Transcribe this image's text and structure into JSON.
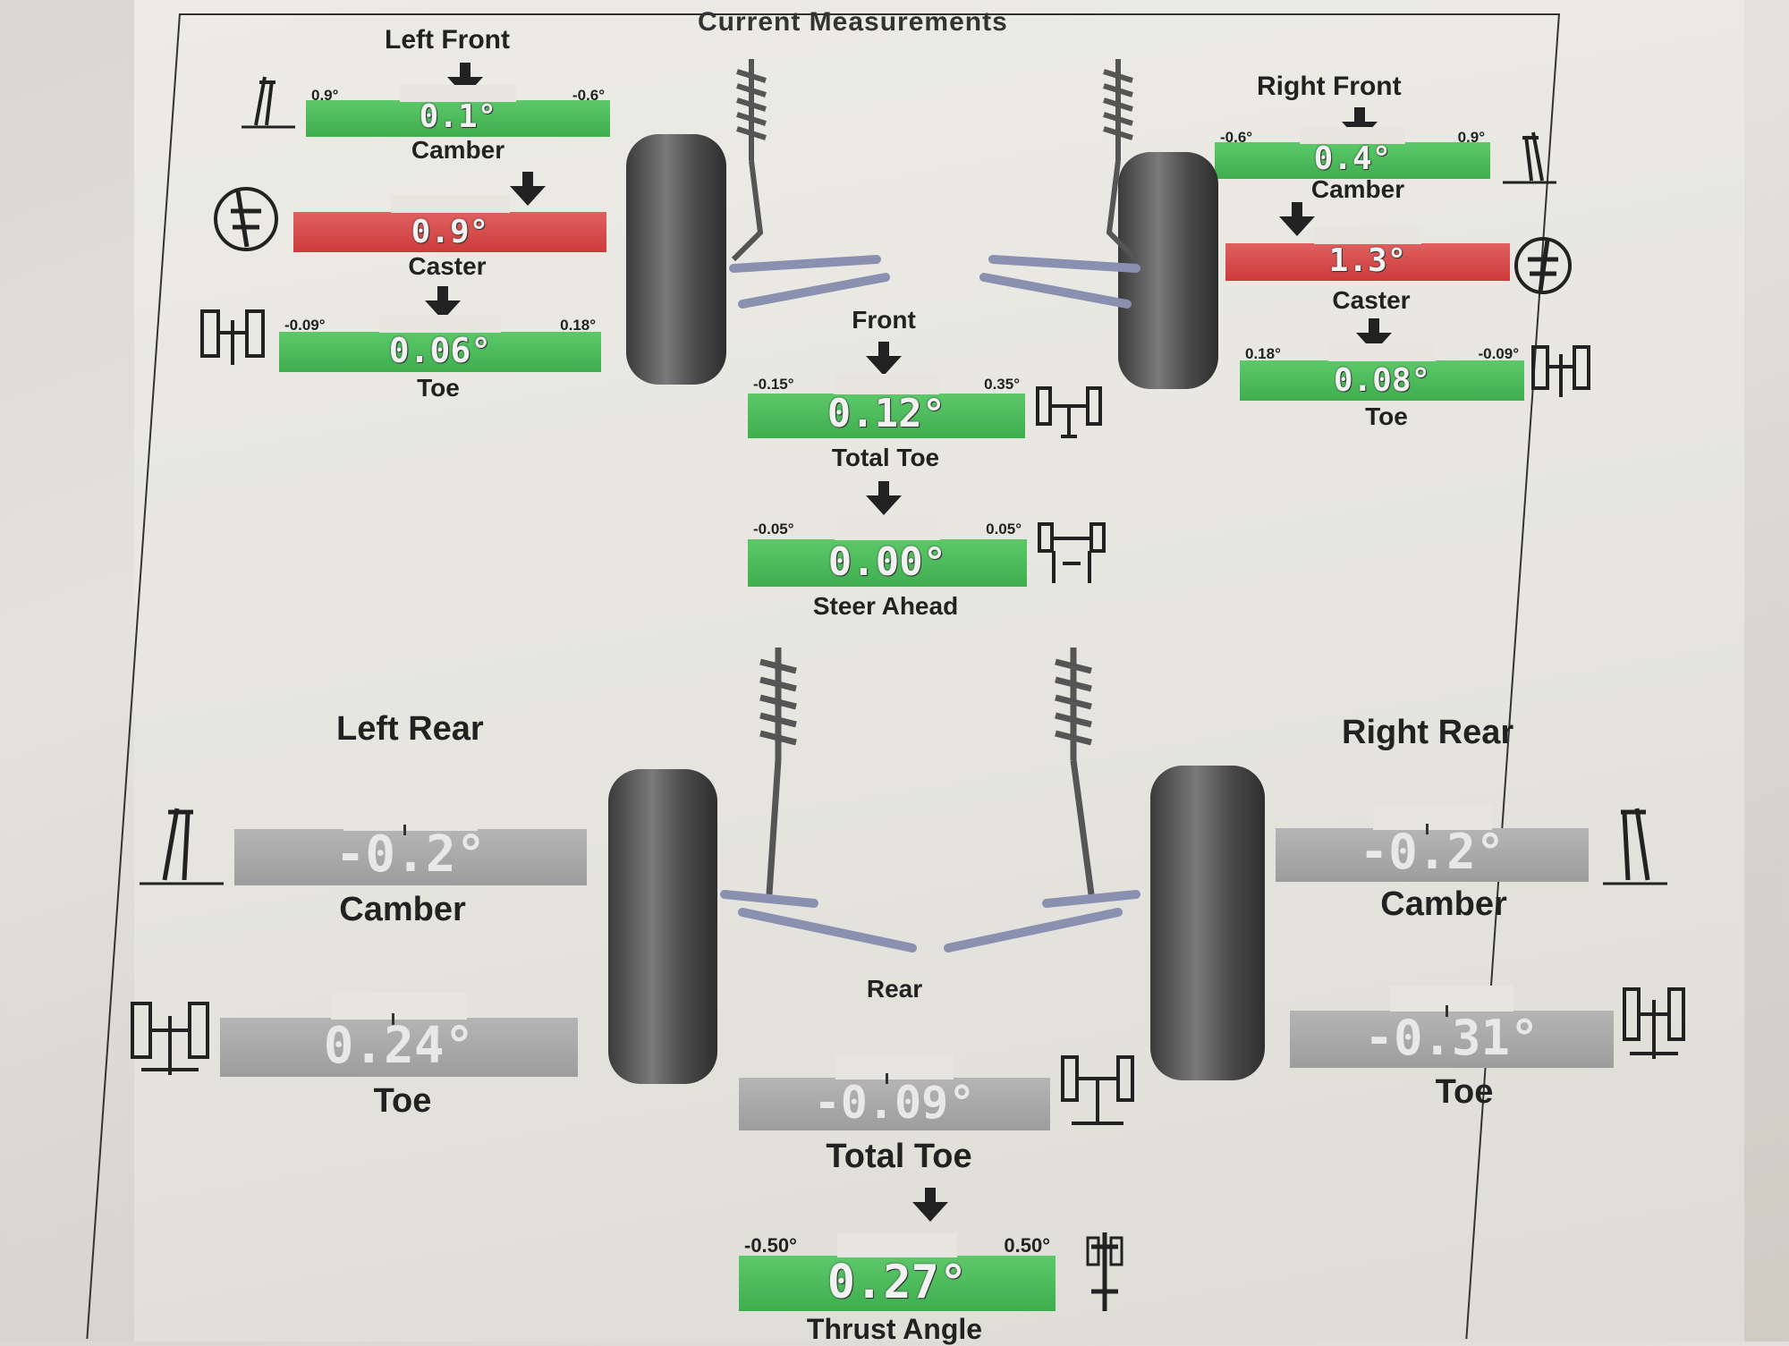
{
  "title": "Current Measurements",
  "front": {
    "left_front_title": "Left Front",
    "right_front_title": "Right Front",
    "front_label": "Front",
    "lf_camber": {
      "label": "Camber",
      "value": "0.1°",
      "min": "0.9°",
      "max": "-0.6°",
      "status": "green"
    },
    "lf_caster": {
      "label": "Caster",
      "value": "0.9°",
      "min": "",
      "max": "",
      "status": "red"
    },
    "lf_toe": {
      "label": "Toe",
      "value": "0.06°",
      "min": "-0.09°",
      "max": "0.18°",
      "status": "green"
    },
    "rf_camber": {
      "label": "Camber",
      "value": "0.4°",
      "min": "-0.6°",
      "max": "0.9°",
      "status": "green"
    },
    "rf_caster": {
      "label": "Caster",
      "value": "1.3°",
      "min": "",
      "max": "",
      "status": "red"
    },
    "rf_toe": {
      "label": "Toe",
      "value": "0.08°",
      "min": "0.18°",
      "max": "-0.09°",
      "status": "green"
    },
    "total_toe": {
      "label": "Total Toe",
      "value": "0.12°",
      "min": "-0.15°",
      "max": "0.35°",
      "status": "green"
    },
    "steer_ahead": {
      "label": "Steer Ahead",
      "value": "0.00°",
      "min": "-0.05°",
      "max": "0.05°",
      "status": "green"
    }
  },
  "rear": {
    "left_rear_title": "Left Rear",
    "right_rear_title": "Right Rear",
    "rear_label": "Rear",
    "lr_camber": {
      "label": "Camber",
      "value": "-0.2°",
      "status": "gray"
    },
    "lr_toe": {
      "label": "Toe",
      "value": "0.24°",
      "status": "gray"
    },
    "rr_camber": {
      "label": "Camber",
      "value": "-0.2°",
      "status": "gray"
    },
    "rr_toe": {
      "label": "Toe",
      "value": "-0.31°",
      "status": "gray"
    },
    "total_toe": {
      "label": "Total Toe",
      "value": "-0.09°",
      "status": "gray"
    },
    "thrust_angle": {
      "label": "Thrust Angle",
      "value": "0.27°",
      "min": "-0.50°",
      "max": "0.50°",
      "status": "green"
    }
  },
  "icons": [
    "camber-icon",
    "caster-icon",
    "toe-icon",
    "total-toe-icon",
    "steer-ahead-icon",
    "thrust-angle-icon",
    "wheel-icon",
    "strut-icon"
  ],
  "colors": {
    "in_spec": "#46b556",
    "out_of_spec": "#d94545",
    "not_adjustable": "#a8a8a8"
  }
}
